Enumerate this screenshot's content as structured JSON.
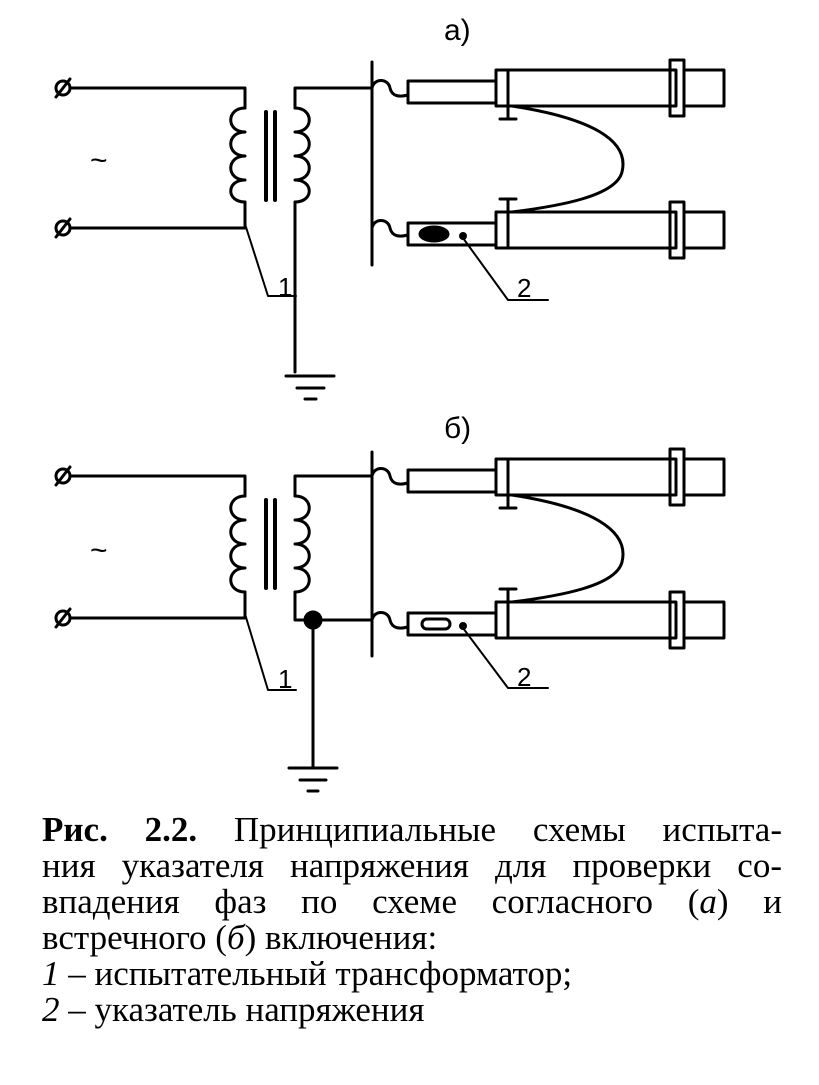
{
  "diagram_a": {
    "label": "а)",
    "ac_symbol": "~",
    "callout_1": "1",
    "callout_2": "2"
  },
  "diagram_b": {
    "label": "б)",
    "ac_symbol": "~",
    "callout_1": "1",
    "callout_2": "2"
  },
  "caption": {
    "figure_label": "Рис. 2.2.",
    "line1_text": " Принципиальные схемы испыта-",
    "line2": "ния указателя напряжения для проверки со-",
    "line3": "впадения фаз по схеме согласного (",
    "line3_italic": "а",
    "line3_end": ") и",
    "line4": "встречного (",
    "line4_italic": "б",
    "line4_end": ") включения:",
    "line5_num": "1",
    "line5_text": " – испытательный трансформатор;",
    "line6_num": "2",
    "line6_text": " – указатель напряжения"
  }
}
